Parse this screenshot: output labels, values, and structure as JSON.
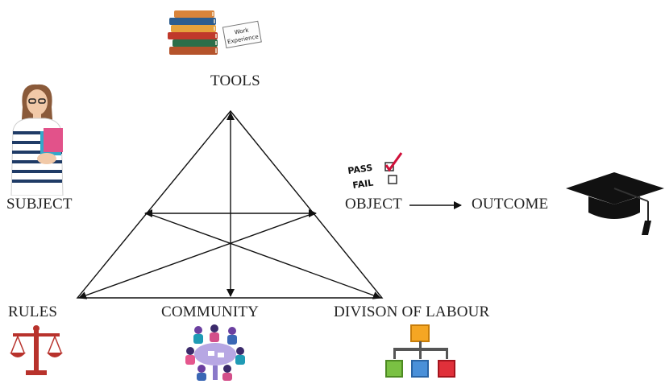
{
  "nodes": {
    "tools": "TOOLS",
    "subject": "SUBJECT",
    "object": "OBJECT",
    "outcome": "OUTCOME",
    "rules": "RULES",
    "community": "COMMUNITY",
    "division": "DIVISON OF LABOUR"
  },
  "book_tag": {
    "line1": "Work",
    "line2": "Experience"
  },
  "checklist": {
    "pass": "PASS",
    "fail": "FAIL"
  },
  "colors": {
    "line": "#111111",
    "check": "#d0103a",
    "rules_icon": "#b8322c",
    "org_top": "#f5a623",
    "org_left": "#7ac143",
    "org_mid": "#4a90d9",
    "org_right": "#e0303a"
  },
  "icons": [
    "books-icon",
    "student-icon",
    "pass-fail-checklist-icon",
    "graduation-cap-icon",
    "scales-icon",
    "team-meeting-icon",
    "org-chart-icon"
  ]
}
